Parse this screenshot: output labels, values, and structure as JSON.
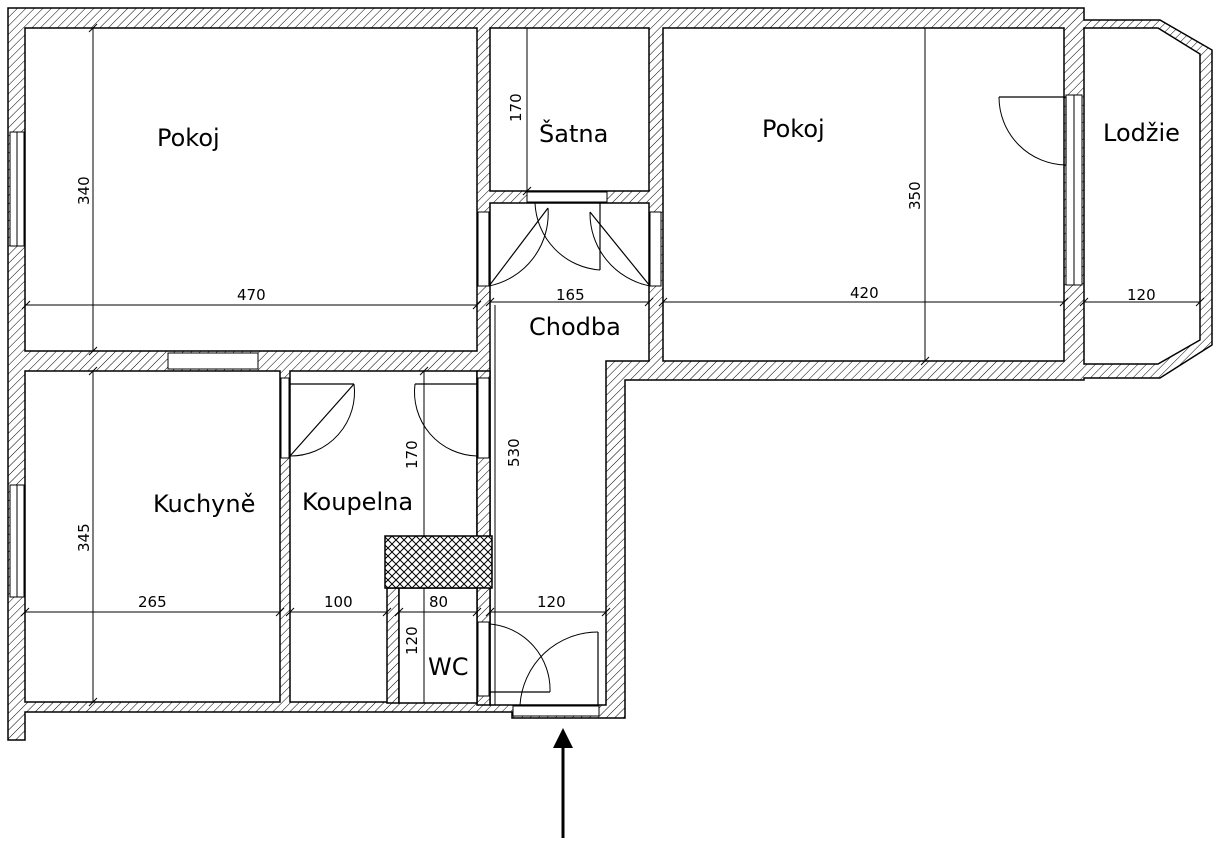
{
  "rooms": {
    "pokoj_left": "Pokoj",
    "satna": "Šatna",
    "pokoj_right": "Pokoj",
    "lodzie": "Lodžie",
    "chodba": "Chodba",
    "kuchyne": "Kuchyně",
    "koupelna": "Koupelna",
    "wc": "WC"
  },
  "dimensions": {
    "pokoj_left_width": "470",
    "pokoj_left_height": "340",
    "satna_height": "170",
    "chodba_width": "165",
    "pokoj_right_width": "420",
    "pokoj_right_height": "350",
    "lodzie_width": "120",
    "chodba_length": "530",
    "kuchyne_width": "265",
    "kuchyne_height": "345",
    "koupelna_width": "100",
    "koupelna_height": "170",
    "wc_width": "80",
    "wc_height": "120",
    "entry_width": "120"
  },
  "icons": {
    "entrance": "entrance-arrow-icon"
  }
}
